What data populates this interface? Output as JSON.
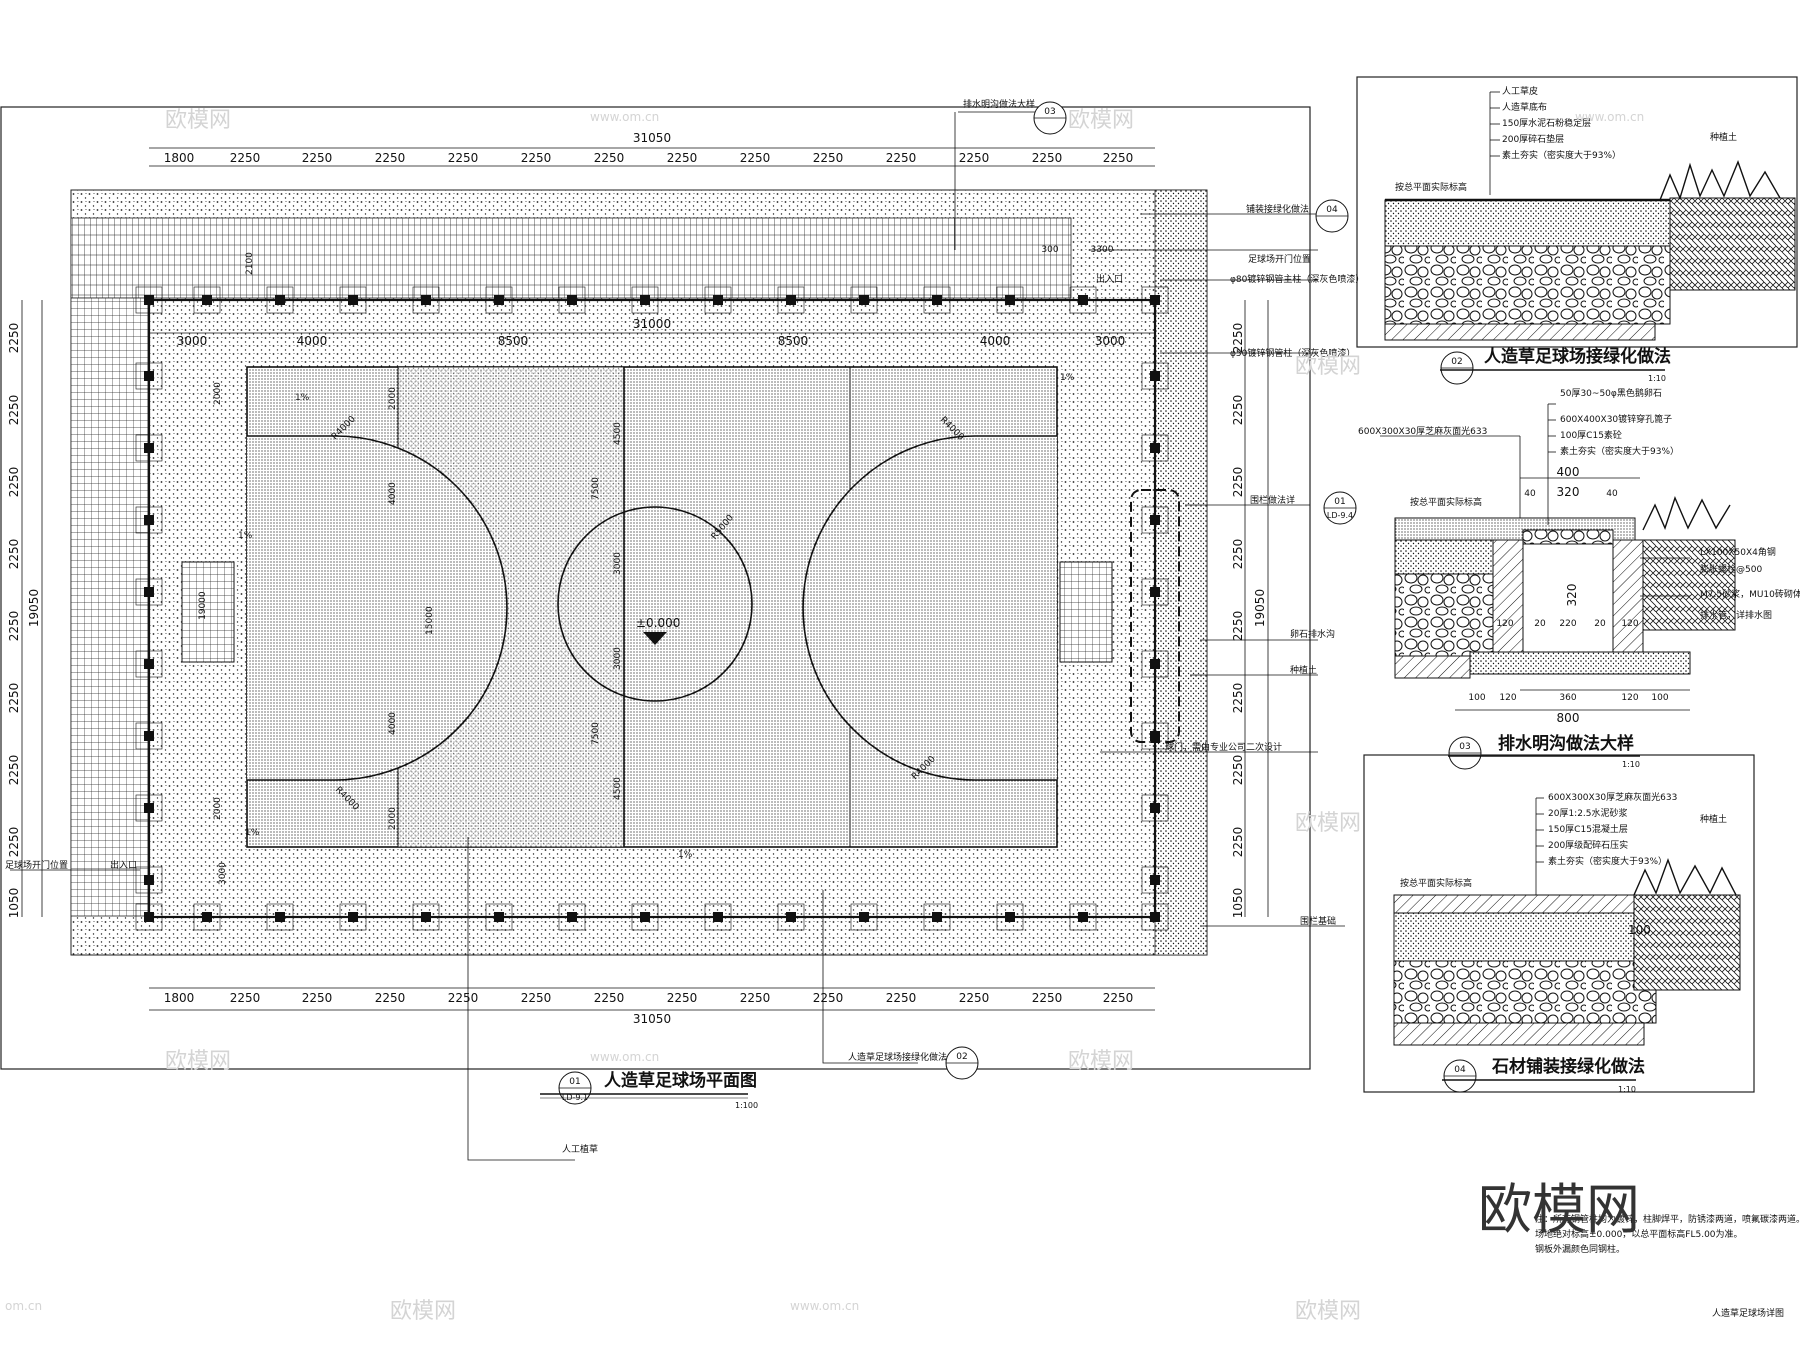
{
  "plan": {
    "title": "人造草足球场平面图",
    "ref_num": "01",
    "ref_sheet": "LD-9.1",
    "scale": "1:100",
    "total_width": "31050",
    "inner_width": "31000",
    "height_total": "19050",
    "top_dims": [
      "1800",
      "2250",
      "2250",
      "2250",
      "2250",
      "2250",
      "2250",
      "2250",
      "2250",
      "2250",
      "2250",
      "2250",
      "2250",
      "2250"
    ],
    "bottom_dims": [
      "1800",
      "2250",
      "2250",
      "2250",
      "2250",
      "2250",
      "2250",
      "2250",
      "2250",
      "2250",
      "2250",
      "2250",
      "2250",
      "2250"
    ],
    "inner_dims": [
      "3000",
      "4000",
      "8500",
      "8500",
      "4000",
      "3000"
    ],
    "left_dims": [
      "2250",
      "2250",
      "2250",
      "2250",
      "2250",
      "2250",
      "2250",
      "2250",
      "1050"
    ],
    "right_dims": [
      "2250",
      "2250",
      "2250",
      "2250",
      "2250",
      "2250",
      "2250",
      "2250",
      "1050"
    ],
    "small_dims": [
      "300",
      "3300"
    ],
    "field_labels": {
      "r4000_tl": "R4000",
      "r4000_tr": "R4000",
      "r4000_bl": "R4000",
      "r4000_br": "R4000",
      "r5000": "R5000",
      "center_level": "±0.000",
      "d2000_a": "2000",
      "d2000_b": "2000",
      "d2000_c": "2000",
      "d2000_d": "2000",
      "d4000_a": "4000",
      "d4000_b": "4000",
      "d3000_a": "3000",
      "d3000_b": "3000",
      "d4500_a": "4500",
      "d4500_b": "4500",
      "d7500_a": "7500",
      "d7500_b": "7500",
      "d15000": "15000",
      "d19000": "19000",
      "slope_a": "1%",
      "slope_b": "1%",
      "slope_c": "1%",
      "slope_d": "1%",
      "slope_e": "1%",
      "d2100": "2100",
      "d3000_l": "3000",
      "exit_label": "出入口"
    },
    "annotations": {
      "top_callout": "排水明沟做法大样",
      "top_callout_num": "03",
      "paving_callout": "铺装接绿化做法",
      "paving_num": "04",
      "door_pos": "足球场开门位置",
      "pipe80": "φ80镀锌钢管主柱（深灰色喷漆）",
      "pipe50": "φ50镀锌钢管柱（深灰色喷漆）",
      "fence_note": "围栏做法详",
      "fence_num": "01",
      "fence_sheet": "LD-9.4",
      "drain_label": "卵石排水沟",
      "soil_label": "种植土",
      "goal_note": "球门，需由专业公司二次设计",
      "fence_base": "围栏基础",
      "left_door": "足球场开门位置",
      "bottom_callout": "人造草足球场接绿化做法",
      "bottom_num": "02",
      "grass_label": "人工植草"
    }
  },
  "detail02": {
    "title": "人造草足球场接绿化做法",
    "num": "02",
    "scale": "1:10",
    "layers": [
      "人工草皮",
      "人造草底布",
      "150厚水泥石粉稳定层",
      "200厚碎石垫层",
      "素土夯实（密实度大于93%）"
    ],
    "level_label": "按总平面实际标高",
    "soil": "种植土"
  },
  "detail03": {
    "title": "排水明沟做法大样",
    "num": "03",
    "scale": "1:10",
    "layers": [
      "50厚30~50φ黑色鹅卵石",
      "600X400X30镀锌穿孔篦子",
      "100厚C15素砼",
      "素土夯实（密实度大于93%）"
    ],
    "side_top": "600X300X30厚芝麻灰面光633",
    "level_label": "按总平面实际标高",
    "right1": "LX100X50X4角钢",
    "right2": "膨胀螺栓@500",
    "right3": "M7.5砂浆，MU10砖砌体",
    "right4": "排水管，详排水图",
    "dims": [
      "400",
      "40",
      "320",
      "40",
      "320",
      "120",
      "220",
      "20",
      "120",
      "20",
      "100",
      "120",
      "360",
      "120",
      "100",
      "800"
    ]
  },
  "detail04": {
    "title": "石材铺装接绿化做法",
    "num": "04",
    "scale": "1:10",
    "layers": [
      "600X300X30厚芝麻灰面光633",
      "20厚1:2.5水泥砂浆",
      "150厚C15混凝土层",
      "200厚级配碎石压实",
      "素土夯实（密实度大于93%）"
    ],
    "level_label": "按总平面实际标高",
    "soil": "种植土",
    "dim": "100"
  },
  "notes": {
    "line1": "注：所有钢管柱均为镀锌，柱脚焊平，防锈漆两道，喷氟碳漆两道。",
    "line2": "场地绝对标高±0.000，以总平面标高FL5.00为准。",
    "line3": "钢板外漏颜色同钢柱。",
    "sheet_title": "人造草足球场详图"
  },
  "watermarks": {
    "text": "欧模网",
    "url": "www.om.cn",
    "url2": "om.cn",
    "big": "欧模网"
  }
}
